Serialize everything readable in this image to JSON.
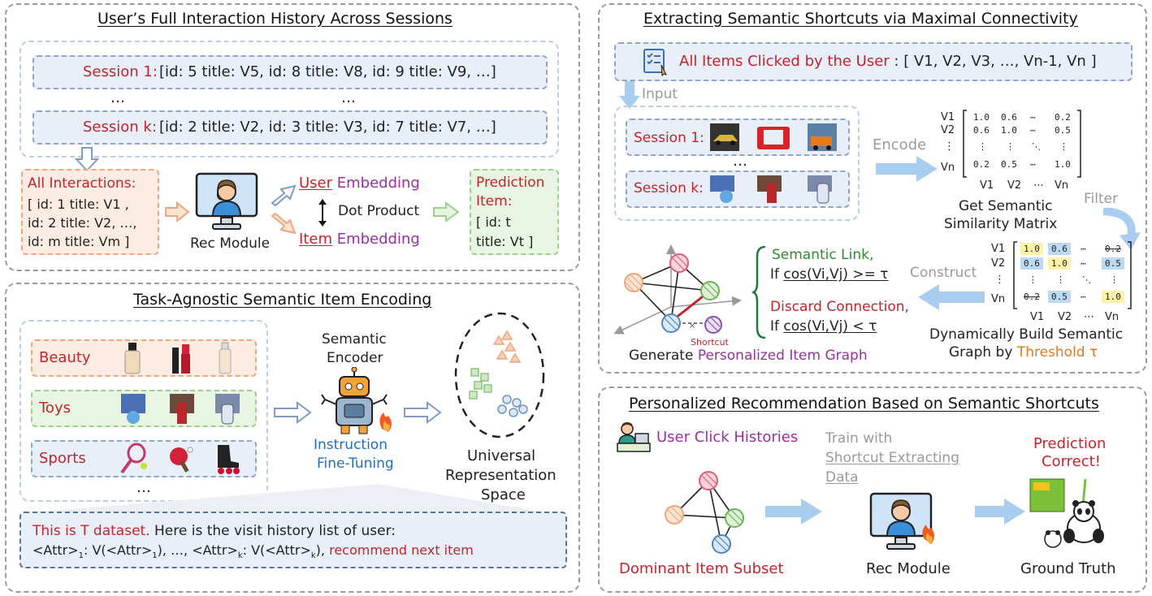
{
  "panel1": {
    "title": "User’s Full Interaction History Across Sessions",
    "session1_label": "Session 1:",
    "session1_items": "[id: 5 title: V5, id: 8 title: V8, id: 9 title: V9, …]",
    "sessionk_label": "Session k:",
    "sessionk_items": "[id: 2 title: V2, id: 3 title: V3, id: 7 title: V7, …]",
    "ellipsis": "…",
    "all_interactions_title": "All Interactions:",
    "all_interactions_lines": [
      "[ id: 1 title: V1 ,",
      "id: 2 title: V2, …,",
      "id: m title: Vm ]"
    ],
    "rec_module": "Rec Module",
    "user_word": "User",
    "item_word": "Item",
    "embedding_word": " Embedding",
    "dot_product": "Dot Product",
    "prediction_title_1": "Prediction",
    "prediction_title_2": "Item:",
    "prediction_line1": "[ id: t",
    "prediction_line2": "title: Vt ]"
  },
  "panel2": {
    "title": "Task-Agnostic Semantic Item Encoding",
    "categories": [
      "Beauty",
      "Toys",
      "Sports"
    ],
    "ellipsis": "…",
    "encoder_line1": "Semantic",
    "encoder_line2": "Encoder",
    "ift_line1": "Instruction",
    "ift_line2": "Fine-Tuning",
    "urs_line1": "Universal",
    "urs_line2": "Representation",
    "urs_line3": "Space",
    "prompt_line1_red": "This is T dataset.",
    "prompt_line1_rest": " Here is the visit history list of user:",
    "prompt_attr": "<Attr>",
    "prompt_sub1": "1",
    "prompt_v": ": V(<Attr>",
    "prompt_mid": "), …, <Attr>",
    "prompt_subk": "k",
    "prompt_end": "), ",
    "prompt_red_end": "recommend next item"
  },
  "panel3": {
    "title": "Extracting Semantic Shortcuts via Maximal Connectivity",
    "clicked_label": "All Items Clicked by the User",
    "clicked_list": ": [ V1, V2, V3, …, Vn-1, Vn ]",
    "input_label": "Input",
    "session1_label": "Session 1:",
    "sessionk_label": "Session k:",
    "ellipsis": "…",
    "encode_label": "Encode",
    "filter_label": "Filter",
    "construct_label": "Construct",
    "matrix_rows": [
      "V1",
      "V2",
      "⋮",
      "Vn"
    ],
    "matrix_cols": [
      "V1",
      "V2",
      "⋯",
      "Vn"
    ],
    "matrix_values": [
      [
        "1.0",
        "0.6",
        "⋯",
        "0.2"
      ],
      [
        "0.6",
        "1.0",
        "⋯",
        "0.5"
      ],
      [
        "⋮",
        "⋮",
        "⋱",
        "⋮"
      ],
      [
        "0.2",
        "0.5",
        "⋯",
        "1.0"
      ]
    ],
    "similarity_caption_1": "Get Semantic",
    "similarity_caption_2": "Similarity Matrix",
    "semantic_link": "Semantic Link,",
    "if_word": "If ",
    "link_cond": "cos(Vi,Vj) >= τ",
    "discard": "Discard Connection,",
    "discard_cond": "cos(Vi,Vj) < τ",
    "shortcut_label": "Shortcut",
    "graph_caption_plain": "Generate ",
    "graph_caption_purple": "Personalized Item Graph",
    "build_caption_1": "Dynamically Build Semantic",
    "build_caption_2": "Graph by ",
    "build_caption_orange": "Threshold τ"
  },
  "panel4": {
    "title": "Personalized Recommendation Based on Semantic Shortcuts",
    "user_click": "User Click Histories",
    "train_line1": "Train with",
    "train_line2": "Shortcut Extracting",
    "train_line3": "Data",
    "dominant": "Dominant Item Subset",
    "rec_module": "Rec Module",
    "prediction_1": "Prediction",
    "prediction_2": "Correct!",
    "ground_truth": "Ground Truth"
  }
}
